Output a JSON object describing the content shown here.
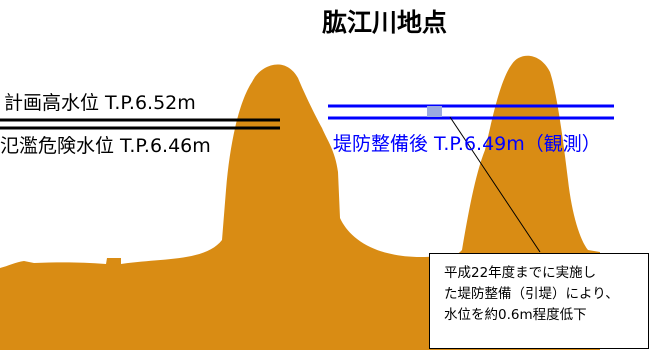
{
  "title": "肱江川地点",
  "levels": {
    "planned_high_water": "計画高水位 T.P.6.52m",
    "flood_danger": "氾濫危険水位 T.P.6.46m",
    "after_levee": "堤防整備後 T.P.6.49m（観測）"
  },
  "note": {
    "lines": [
      "平成22年度までに実施し",
      "た堤防整備（引堤）により、",
      "水位を約0.6m程度低下"
    ]
  },
  "colors": {
    "cross_section": "#d98c14",
    "planned_lines": "#000000",
    "after_line": "#0000ff",
    "marker": "#9aa9e0"
  }
}
